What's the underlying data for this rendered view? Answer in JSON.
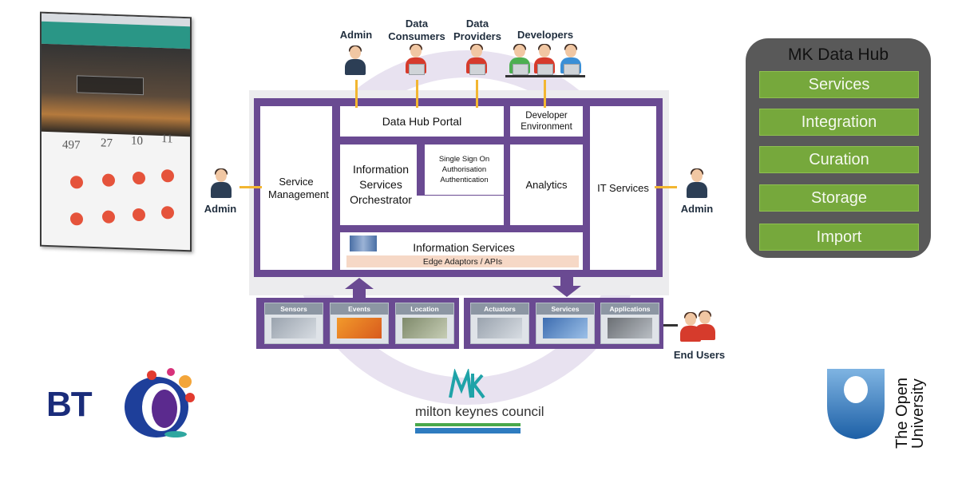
{
  "diagram": {
    "core": {
      "service_management": "Service Management",
      "data_hub_portal": "Data Hub Portal",
      "developer_environment": "Developer Environment",
      "information_services_orchestrator": "Information Services Orchestrator",
      "sso": [
        "Single Sign On",
        "Authorisation",
        "Authentication"
      ],
      "analytics": "Analytics",
      "it_services": "IT Services",
      "information_services": "Information Services",
      "edge_adaptors": "Edge Adaptors / APIs"
    },
    "inputs": [
      "Sensors",
      "Events",
      "Location"
    ],
    "outputs": [
      "Actuators",
      "Services",
      "Applications"
    ],
    "actors": {
      "admin_top": "Admin",
      "data_consumers": [
        "Data",
        "Consumers"
      ],
      "data_providers": [
        "Data",
        "Providers"
      ],
      "developers": "Developers",
      "admin_left": "Admin",
      "admin_right": "Admin",
      "end_users": "End Users"
    }
  },
  "hub": {
    "title": "MK Data Hub",
    "items": [
      "Services",
      "Integration",
      "Curation",
      "Storage",
      "Import"
    ],
    "item_color": "#76a83c",
    "panel_color": "#595959"
  },
  "tablet": {
    "stats": [
      "497",
      "27",
      "10",
      "11"
    ]
  },
  "logos": {
    "bt": "BT",
    "mk_council": "milton keynes council",
    "mk_mark": "MK",
    "open_university": [
      "The Open",
      "University"
    ]
  },
  "colors": {
    "frame": "#6a4a92",
    "connector": "#f2b631",
    "edge_band": "#f6d8c6"
  }
}
